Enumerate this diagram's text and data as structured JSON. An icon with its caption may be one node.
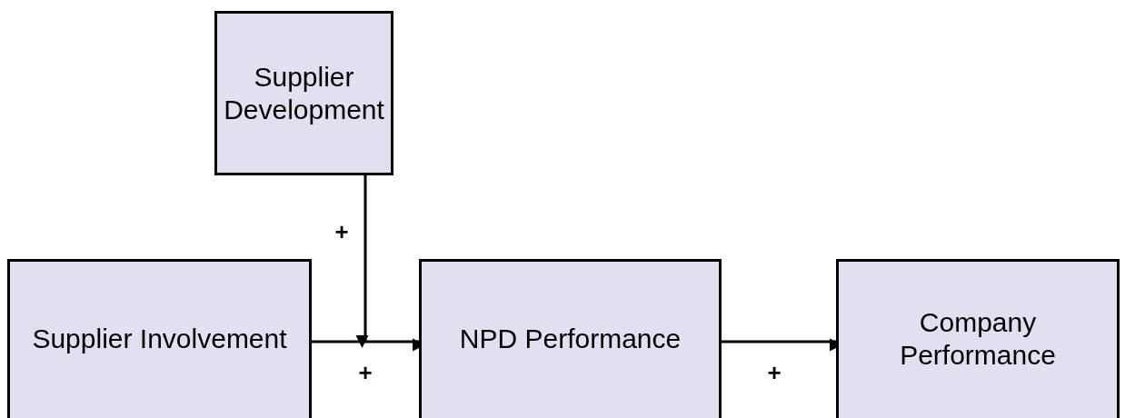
{
  "diagram": {
    "nodes": [
      {
        "text": [
          "Supplier Development"
        ]
      },
      {
        "text": [
          "Supplier Involvement"
        ]
      },
      {
        "text": [
          "NPD Performance"
        ]
      },
      {
        "text": [
          "Company Performance"
        ]
      }
    ],
    "edges": [
      {
        "from": 0,
        "to": null,
        "arrow": "to",
        "label": "+"
      },
      {
        "from": 1,
        "to": 2,
        "arrow": "to",
        "label": "+"
      },
      {
        "from": 2,
        "to": 3,
        "arrow": "to",
        "label": "+"
      }
    ]
  }
}
